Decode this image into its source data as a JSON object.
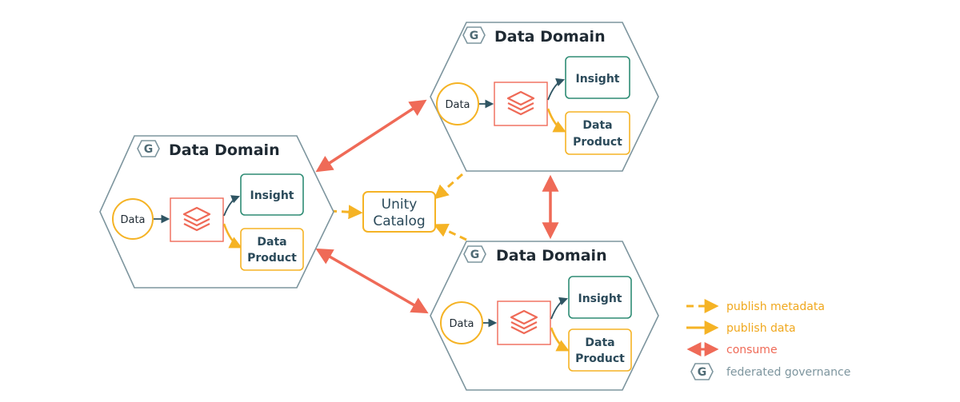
{
  "domains": [
    {
      "title": "Data Domain",
      "g": "G",
      "data": "Data",
      "insight": "Insight",
      "product_line1": "Data",
      "product_line2": "Product"
    },
    {
      "title": "Data Domain",
      "g": "G",
      "data": "Data",
      "insight": "Insight",
      "product_line1": "Data",
      "product_line2": "Product"
    },
    {
      "title": "Data Domain",
      "g": "G",
      "data": "Data",
      "insight": "Insight",
      "product_line1": "Data",
      "product_line2": "Product"
    }
  ],
  "catalog": {
    "line1": "Unity",
    "line2": "Catalog"
  },
  "legend": {
    "publish_metadata": "publish metadata",
    "publish_data": "publish data",
    "consume": "consume",
    "g": "G",
    "federated_governance": "federated governance"
  },
  "colors": {
    "hex_outline": "#7d959e",
    "orange": "#f5b325",
    "red": "#ef6a57",
    "teal": "#2e8c74",
    "arrow_dark": "#2f5563",
    "legend_text_orange": "#f0a81e",
    "legend_text_red": "#ef6a57",
    "legend_text_grey": "#7d959e"
  }
}
